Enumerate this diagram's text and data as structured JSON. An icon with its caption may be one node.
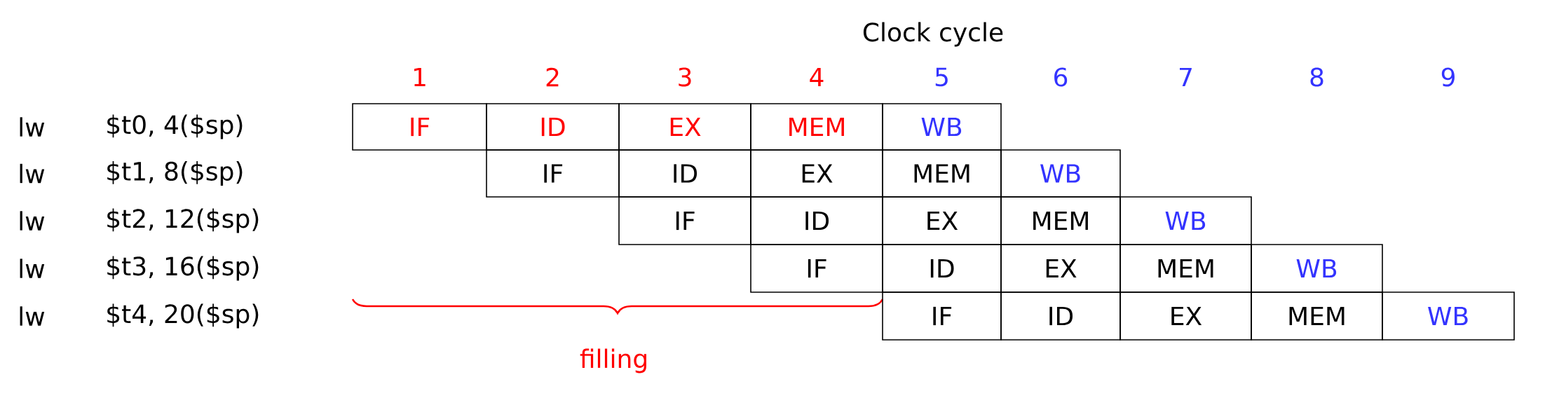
{
  "diagram": {
    "nodes": [
      {
        "text": [
          "IF"
        ]
      },
      {
        "text": [
          "ID"
        ]
      },
      {
        "text": [
          "EX"
        ]
      },
      {
        "text": [
          "MEM"
        ]
      },
      {
        "text": [
          "WB"
        ]
      },
      {
        "text": [
          "IF"
        ]
      },
      {
        "text": [
          "ID"
        ]
      },
      {
        "text": [
          "EX"
        ]
      },
      {
        "text": [
          "MEM"
        ]
      },
      {
        "text": [
          "WB"
        ]
      },
      {
        "text": [
          "IF"
        ]
      },
      {
        "text": [
          "ID"
        ]
      },
      {
        "text": [
          "EX"
        ]
      },
      {
        "text": [
          "MEM"
        ]
      },
      {
        "text": [
          "WB"
        ]
      },
      {
        "text": [
          "IF"
        ]
      },
      {
        "text": [
          "ID"
        ]
      },
      {
        "text": [
          "EX"
        ]
      },
      {
        "text": [
          "MEM"
        ]
      },
      {
        "text": [
          "WB"
        ]
      },
      {
        "text": [
          "IF"
        ]
      },
      {
        "text": [
          "ID"
        ]
      },
      {
        "text": [
          "EX"
        ]
      },
      {
        "text": [
          "MEM"
        ]
      },
      {
        "text": [
          "WB"
        ]
      }
    ],
    "labels": [
      "Clock cycle",
      "1",
      "2",
      "3",
      "4",
      "5",
      "6",
      "7",
      "8",
      "9",
      "lw",
      "$t0, 4($sp)",
      "lw",
      "$t1, 8($sp)",
      "lw",
      "$t2, 12($sp)",
      "lw",
      "$t3, 16($sp)",
      "lw",
      "$t4, 20($sp)",
      "filling"
    ]
  }
}
